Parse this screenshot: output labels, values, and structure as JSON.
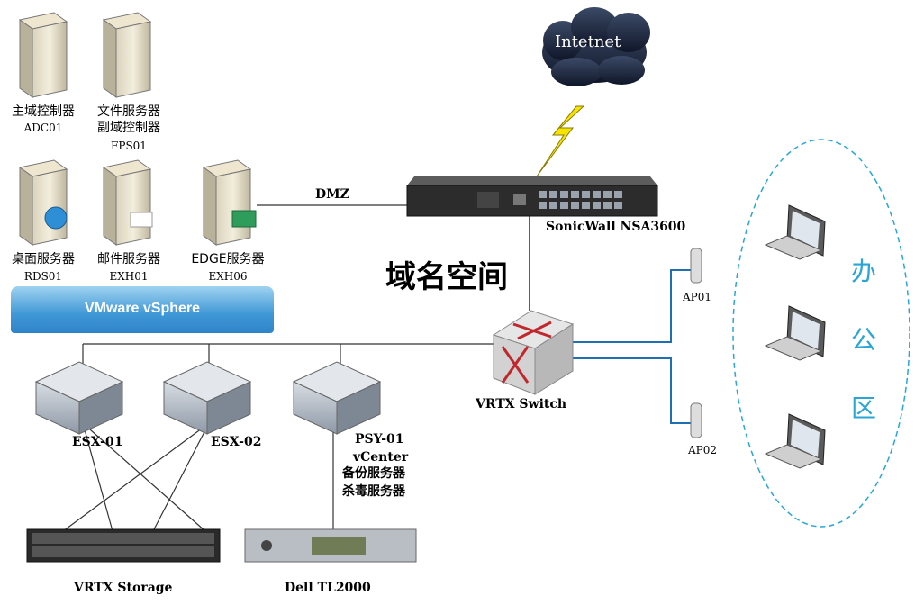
{
  "title": "域名空间",
  "internet": {
    "label": "Intetnet"
  },
  "firewall": {
    "label": "SonicWall NSA3600"
  },
  "dmz": {
    "label": "DMZ"
  },
  "switch": {
    "label": "VRTX Switch"
  },
  "vsphere": {
    "label": "VMware vSphere"
  },
  "servers": {
    "adc": {
      "name": "主域控制器",
      "host": "ADC01"
    },
    "fps": {
      "name1": "文件服务器",
      "name2": "副域控制器",
      "host": "FPS01"
    },
    "rds": {
      "name": "桌面服务器",
      "host": "RDS01"
    },
    "exh01": {
      "name": "邮件服务器",
      "host": "EXH01"
    },
    "edge": {
      "name": "EDGE服务器",
      "host": "EXH06"
    }
  },
  "hosts": {
    "esx01": "ESX-01",
    "esx02": "ESX-02",
    "psy": {
      "host": "PSY-01",
      "role1": "vCenter",
      "role2": "备份服务器",
      "role3": "杀毒服务器"
    }
  },
  "storage": {
    "vrtx": "VRTX Storage",
    "tape": "Dell TL2000"
  },
  "aps": {
    "ap01": "AP01",
    "ap02": "AP02"
  },
  "office": {
    "c1": "办",
    "c2": "公",
    "c3": "区"
  }
}
